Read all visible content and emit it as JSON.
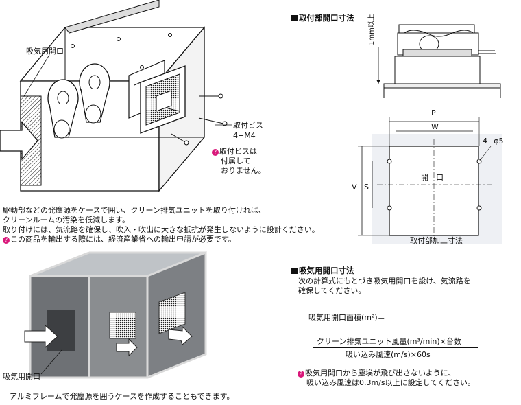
{
  "top_diagram": {
    "label_intake": "吸気用開口",
    "label_screw": "取付ビス",
    "label_screw_spec": "4−M4",
    "note_screw": [
      "取付ビスは",
      "付属して",
      "おりません。"
    ]
  },
  "body_text": {
    "line1": "駆動部などの発塵源をケースで囲い、クリーン排気ユニットを取り付ければ、",
    "line2": "クリーンルームの汚染を低減します。",
    "line3": "取り付けには、気流路を確保し、吹入・吹出に大きな抵抗が発生しないように設計ください。",
    "export_note": "この商品を輸出する際には、経済産業省への輸出申請が必要です。"
  },
  "mount_section": {
    "title": "取付部開口寸法",
    "side_label": "1mm以上",
    "dim_P": "P",
    "dim_W": "W",
    "dim_V": "V",
    "dim_S": "S",
    "holes": "4−φ5",
    "opening_label": "開　口",
    "caption": "取付部加工寸法"
  },
  "frame_case": {
    "label_intake": "吸気用開口",
    "caption": "アルミフレームで発塵源を囲うケースを作成することもできます。"
  },
  "intake_section": {
    "title": "吸気用開口寸法",
    "desc1": "次の計算式にもとづき吸気用開口を設け、気流路を",
    "desc2": "確保してください。",
    "formula_lhs": "吸気用開口面積(m²)＝",
    "numerator": "クリーン排気ユニット風量(m³/min)×台数",
    "denominator": "吸い込み風速(m/s)×60s",
    "note1": "吸気用開口から塵埃が飛び出さないように、",
    "note2": "吸い込み風速は0.3m/s以上に設定してください。"
  }
}
